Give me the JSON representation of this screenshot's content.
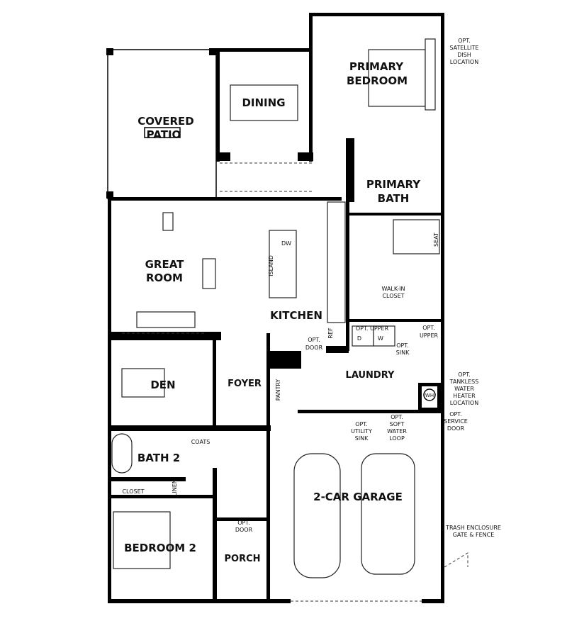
{
  "rooms": {
    "covered_patio": [
      "COVERED",
      "PATIO"
    ],
    "dining": "DINING",
    "primary_bedroom": [
      "PRIMARY",
      "BEDROOM"
    ],
    "primary_bath": [
      "PRIMARY",
      "BATH"
    ],
    "great_room": [
      "GREAT",
      "ROOM"
    ],
    "walk_in_closet": [
      "WALK-IN",
      "CLOSET"
    ],
    "kitchen": "KITCHEN",
    "den": "DEN",
    "foyer": "FOYER",
    "laundry": "LAUNDRY",
    "bath_2": "BATH 2",
    "garage": "2-CAR GARAGE",
    "bedroom_2": "BEDROOM 2",
    "porch": "PORCH"
  },
  "labels": {
    "satellite": [
      "OPT.",
      "SATELLITE",
      "DISH",
      "LOCATION"
    ],
    "seat": "SEAT",
    "dw": "DW",
    "island": "ISLAND",
    "opt_upper_left": "OPT. UPPER",
    "dryer": "D",
    "washer": "W",
    "opt_upper_right": [
      "OPT.",
      "UPPER"
    ],
    "opt_sink": [
      "OPT.",
      "SINK"
    ],
    "ref": "REF",
    "opt_door_kitchen": [
      "OPT.",
      "DOOR"
    ],
    "pantry": "PANTRY",
    "tankless": [
      "OPT.",
      "TANKLESS",
      "WATER",
      "HEATER",
      "LOCATION"
    ],
    "wh": "WH",
    "utility_sink": [
      "OPT.",
      "UTILITY",
      "SINK"
    ],
    "soft_water": [
      "OPT.",
      "SOFT",
      "WATER",
      "LOOP"
    ],
    "service_door": [
      "OPT.",
      "SERVICE",
      "DOOR"
    ],
    "coats": "COATS",
    "linen": "LINEN",
    "closet": "CLOSET",
    "opt_door_porch": [
      "OPT.",
      "DOOR"
    ],
    "trash": [
      "TRASH ENCLOSURE",
      "GATE & FENCE"
    ]
  }
}
